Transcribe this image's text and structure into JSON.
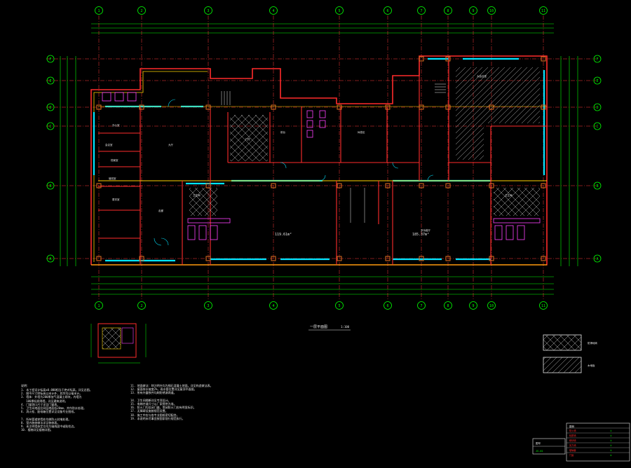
{
  "colors": {
    "background": "#000000",
    "grid_line": "#ff3b3b",
    "axis_bubble": "#00ff00",
    "dimension": "#00ff00",
    "wall_red": "#ff2b2b",
    "wall_yellow": "#ffd400",
    "window_cyan": "#00e5ff",
    "door_magenta": "#ff40ff",
    "text_white": "#e8e8e8",
    "column_orange": "#e07020"
  },
  "axes": {
    "numbers": [
      "1",
      "2",
      "3",
      "4",
      "5",
      "6",
      "7",
      "8",
      "9",
      "10",
      "11"
    ],
    "letters": [
      "F",
      "E",
      "D",
      "C",
      "B",
      "A"
    ]
  },
  "plan": {
    "title": "一层平面图",
    "scale": "1:100",
    "area_1": "119.61m²",
    "area_2": "185.37m²",
    "corridor_label": "走廊"
  },
  "legend": {
    "hatch_cross_label": "防滑地砖",
    "hatch_diag_label": "木地板"
  },
  "notes": {
    "heading": "说明：",
    "left": "1. 本工程设计标高±0.000相当于绝对标高，详见总图。\n2. 图中尺寸除标高以米计外，其余均以毫米计。\n3. 墙体：外墙为200厚加气混凝土砌块，内墙为\n   100厚轻质隔墙，详见建筑说明。\n4. 门窗洞口尺寸详见门窗表。\n5. 卫生间地面比同层地面低20mm，并作防水处理。\n6. 消火栓、配电箱位置详见设备专业图纸。\n\n7. 所有管道穿墙处均做防火封堵处理。\n8. 室内装修做法详见装修表。\n9. 未注明墙体定位均为轴线居中或贴柱边。\n10. 楼梯详见楼梯详图。",
    "right": "11. 地面做法：除注明外均为细石混凝土地面，详见构造做法表。\n12. 屋面排水坡度2%，雨水管位置详见屋顶平面图。\n13. 所有外露铁件均刷防锈漆两道。\n\n14. 卫生间隔断详见专项设计。\n15. 电梯井道尺寸以厂家提供为准。\n16. 防火门均设闭门器，常闭防火门应有明显标识。\n17. 无障碍设施按规范设置。\n18. 施工中应与各专业图纸密切配合。\n19. 本说明未尽事宜按国家现行规范执行。"
  },
  "symbols_table": {
    "title": "图例",
    "rows": [
      [
        "防火墙",
        "①"
      ],
      [
        "轻质墙",
        "②"
      ],
      [
        "砌块墙",
        "③"
      ],
      [
        "剪力墙",
        "④"
      ],
      [
        "玻璃幕",
        "⑤"
      ],
      [
        "门窗",
        "⑥"
      ]
    ]
  },
  "title_block": {
    "label": "图号",
    "value": "JS-01"
  }
}
